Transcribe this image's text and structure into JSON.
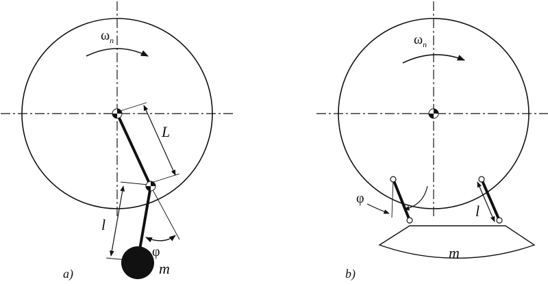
{
  "diagram_a": {
    "caption": "a)",
    "omega_label": "ω",
    "omega_sub": "n",
    "L_label": "L",
    "l_label": "l",
    "phi_label": "φ",
    "mass_label": "m"
  },
  "diagram_b": {
    "caption": "b)",
    "omega_label": "ω",
    "omega_sub": "n",
    "phi_label": "φ",
    "l_label": "l",
    "mass_label": "m"
  }
}
